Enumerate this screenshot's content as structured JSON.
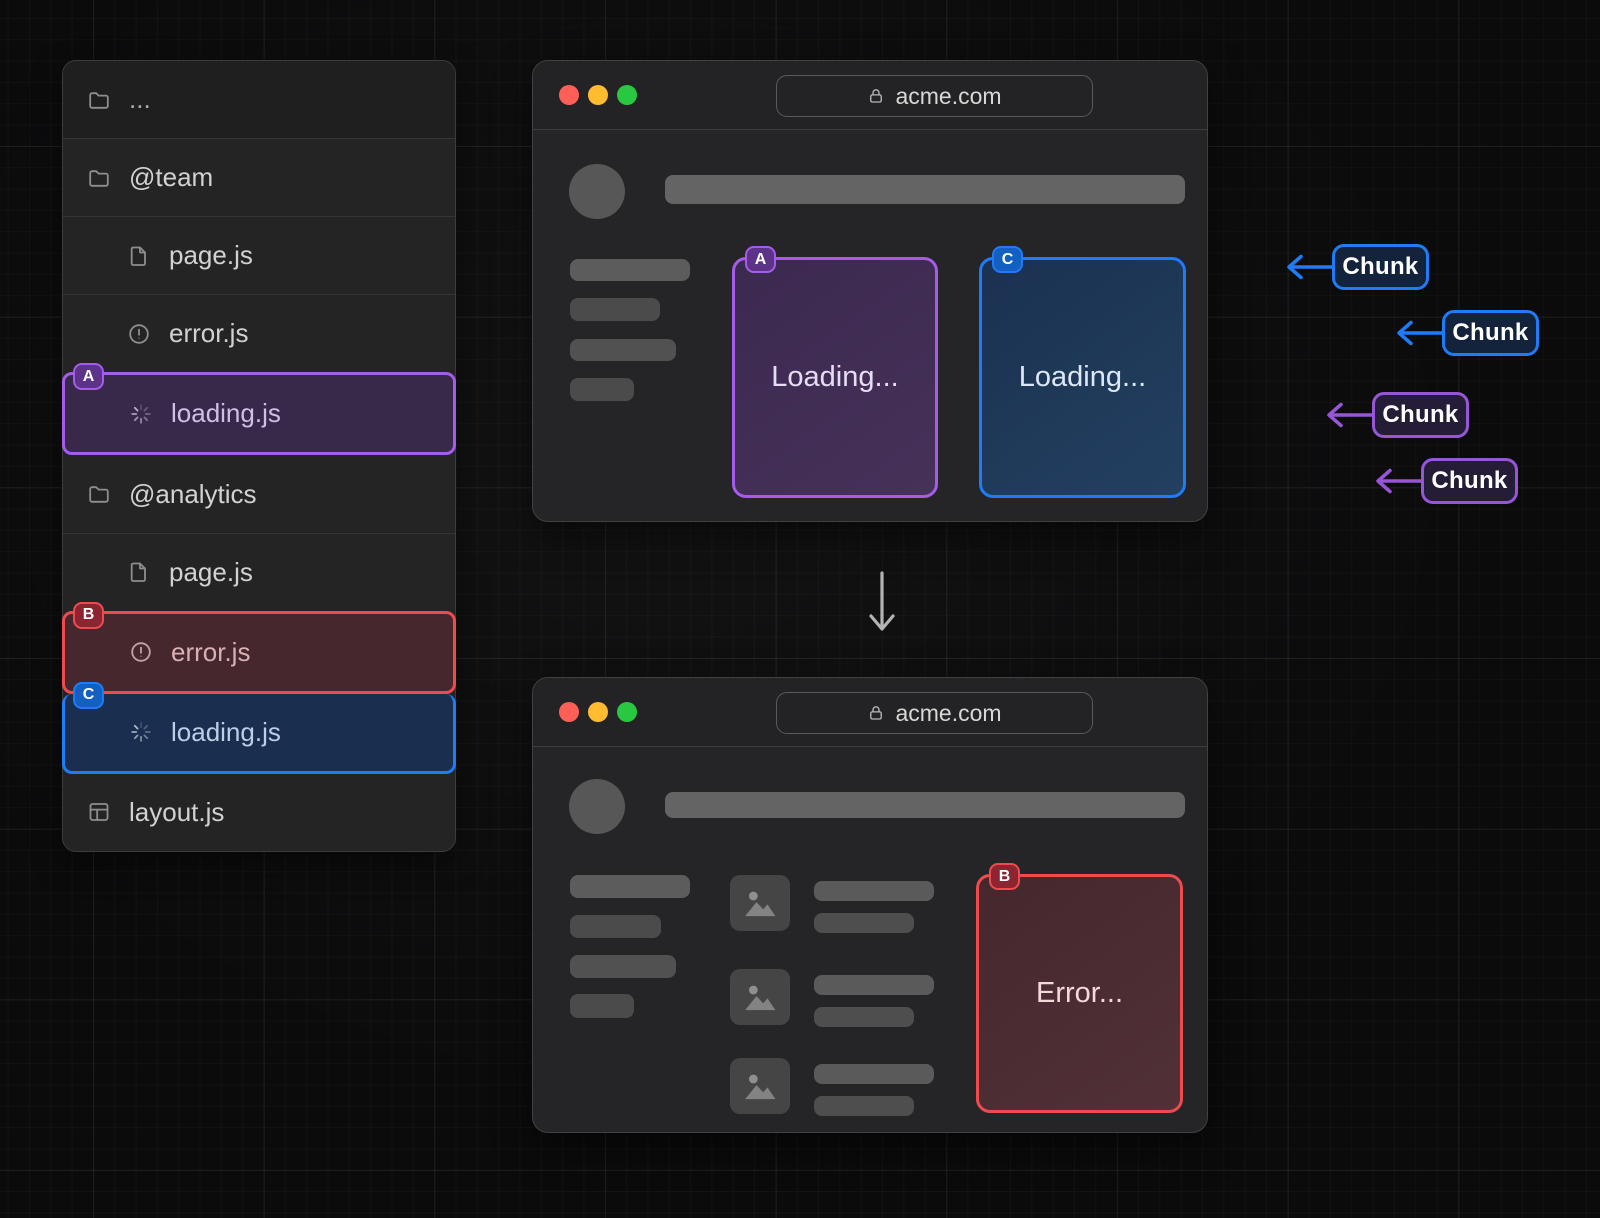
{
  "file_tree": {
    "rows": [
      {
        "label": "...",
        "icon": "folder",
        "indent": 0
      },
      {
        "label": "@team",
        "icon": "folder",
        "indent": 0
      },
      {
        "label": "page.js",
        "icon": "file",
        "indent": 1
      },
      {
        "label": "error.js",
        "icon": "alert",
        "indent": 1
      },
      {
        "label": "loading.js",
        "icon": "spinner",
        "indent": 1,
        "highlight": "purple",
        "badge": "A"
      },
      {
        "label": "@analytics",
        "icon": "folder",
        "indent": 0
      },
      {
        "label": "page.js",
        "icon": "file",
        "indent": 1
      },
      {
        "label": "error.js",
        "icon": "alert",
        "indent": 1,
        "highlight": "red",
        "badge": "B"
      },
      {
        "label": "loading.js",
        "icon": "spinner",
        "indent": 1,
        "highlight": "blue",
        "badge": "C"
      },
      {
        "label": "layout.js",
        "icon": "layout",
        "indent": 0
      }
    ]
  },
  "browser_top": {
    "url": "acme.com",
    "cards": [
      {
        "label": "Loading...",
        "variant": "purple",
        "badge": "A"
      },
      {
        "label": "Loading...",
        "variant": "blue",
        "badge": "C"
      }
    ]
  },
  "browser_bottom": {
    "url": "acme.com",
    "cards": [
      {
        "label": "Error...",
        "variant": "red",
        "badge": "B"
      }
    ]
  },
  "chunk_labels": [
    {
      "label": "Chunk",
      "variant": "blue"
    },
    {
      "label": "Chunk",
      "variant": "blue"
    },
    {
      "label": "Chunk",
      "variant": "purple"
    },
    {
      "label": "Chunk",
      "variant": "purple"
    }
  ],
  "colors": {
    "purple": "#a55ce8",
    "blue": "#1f7cf6",
    "red": "#ef4b4f",
    "chunk_purple": "#9656d6",
    "traffic_red": "#ff5f57",
    "traffic_yellow": "#febc2e",
    "traffic_green": "#28c840"
  }
}
